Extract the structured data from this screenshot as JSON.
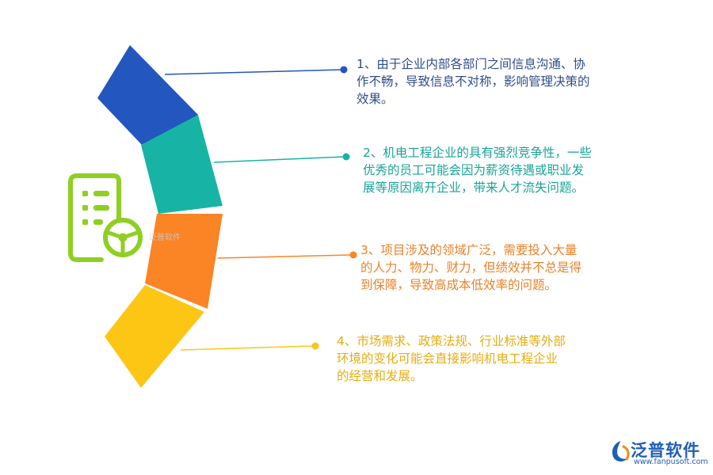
{
  "colors": {
    "blue": "#2356be",
    "teal": "#17b4a5",
    "orange": "#fb8424",
    "yellow": "#fdc615",
    "icon_green": "#8fcf24",
    "text_blue": "#2f4d8a",
    "text_teal": "#1aa396",
    "text_orange": "#e8822a",
    "text_yellow": "#e6ac10",
    "brand_blue": "#1f5fb4"
  },
  "items": [
    {
      "text": "1、由于企业内部各部门之间信息沟通、协作不畅，导致信息不对称，影响管理决策的效果。"
    },
    {
      "text": "2、机电工程企业的具有强烈竞争性，一些优秀的员工可能会因为薪资待遇或职业发展等原因离开企业，带来人才流失问题。"
    },
    {
      "text": "3、项目涉及的领域广泛，需要投入大量的人力、物力、财力，但绩效并不总是得到保障，导致高成本低效率的问题。"
    },
    {
      "text": "4、市场需求、政策法规、行业标准等外部环境的变化可能会直接影响机电工程企业的经营和发展。"
    }
  ],
  "icons": {
    "center": "document-steering-wheel-icon",
    "brand": "fanpu-logo-icon"
  },
  "watermark": "泛普软件",
  "brand": {
    "name": "泛普软件",
    "url": "www.fanpusoft.com"
  }
}
